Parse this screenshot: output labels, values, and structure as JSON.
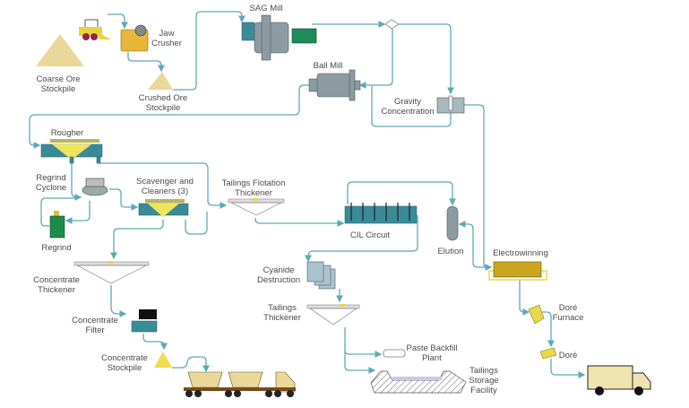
{
  "colors": {
    "flow_line": "#5ea9b8",
    "equipment_teal": "#3b8a98",
    "ore": "#ead79a",
    "concentrate": "#e8d84a"
  },
  "labels": {
    "jaw_crusher": [
      "Jaw",
      "Crusher"
    ],
    "coarse_ore_stockpile": [
      "Coarse Ore",
      "Stockpile"
    ],
    "crushed_ore_stockpile": [
      "Crushed Ore",
      "Stockpile"
    ],
    "sag_mill": "SAG Mill",
    "ball_mill": "Ball Mill",
    "gravity_concentration": [
      "Gravity",
      "Concentration"
    ],
    "rougher": "Rougher",
    "regrind_cyclone": [
      "Regrind",
      "Cyclone"
    ],
    "regrind": "Regrind",
    "scavenger_cleaners": [
      "Scavenger and",
      "Cleaners (3)"
    ],
    "tailings_flotation_thickener": [
      "Tailings Flotation",
      "Thickener"
    ],
    "cil_circuit": "CIL Circuit",
    "elution": "Elution",
    "electrowinning": "Electrowinning",
    "dore_furnace": [
      "Doré",
      "Furnace"
    ],
    "dore": "Doré",
    "cyanide_destruction": [
      "Cyanide",
      "Destruction"
    ],
    "tailings_thickener": [
      "Tailings",
      "Thickener"
    ],
    "paste_backfill_plant": [
      "Paste Backfill",
      "Plant"
    ],
    "tailings_storage_facility": [
      "Tailings",
      "Storage",
      "Facility"
    ],
    "concentrate_thickener": [
      "Concentrate",
      "Thickener"
    ],
    "concentrate_filter": [
      "Concentrate",
      "Filter"
    ],
    "concentrate_stockpile": [
      "Concentrate",
      "Stockpile"
    ]
  }
}
